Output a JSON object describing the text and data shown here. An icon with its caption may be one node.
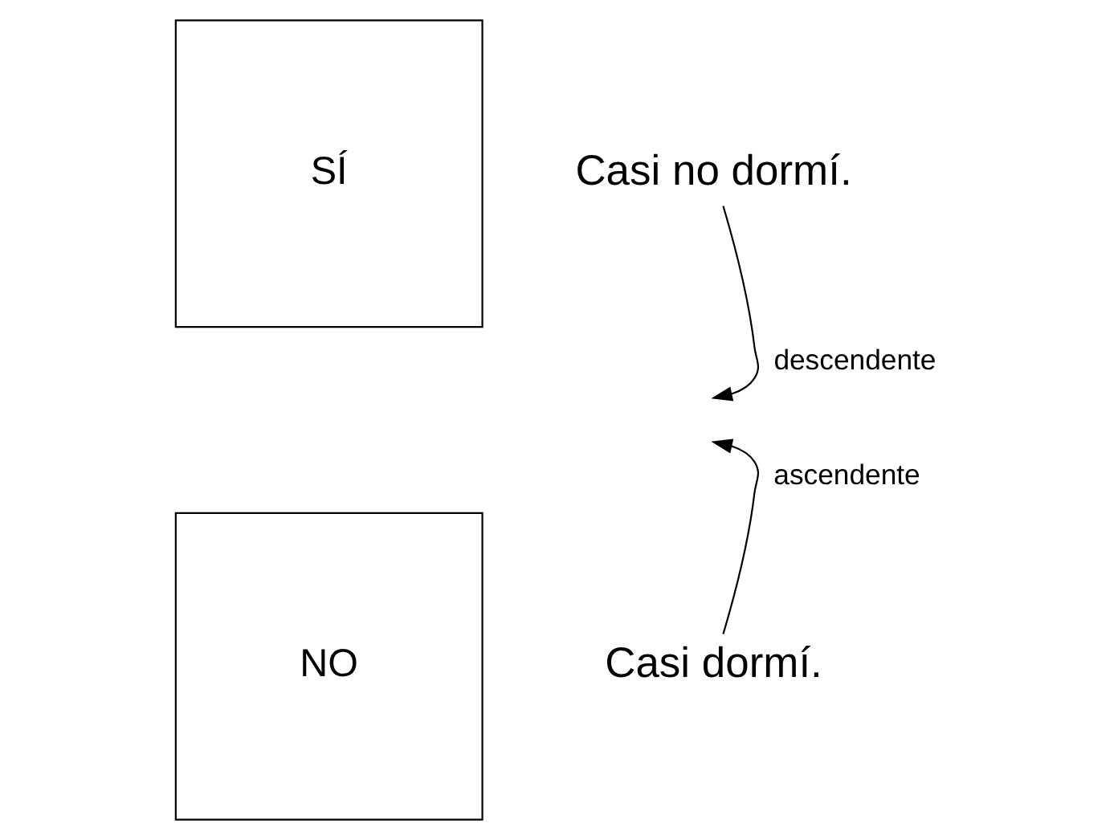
{
  "diagram": {
    "nodes": [
      {
        "text": [
          "SÍ"
        ]
      },
      {
        "text": [
          "NO"
        ]
      },
      {
        "text": [
          "Casi no dormí."
        ]
      },
      {
        "text": [
          "Casi dormí."
        ]
      }
    ],
    "edges": [
      {
        "from": 2,
        "to": null,
        "arrow": "to",
        "label": "descendente"
      },
      {
        "from": 3,
        "to": null,
        "arrow": "to",
        "label": "ascendente"
      }
    ]
  }
}
